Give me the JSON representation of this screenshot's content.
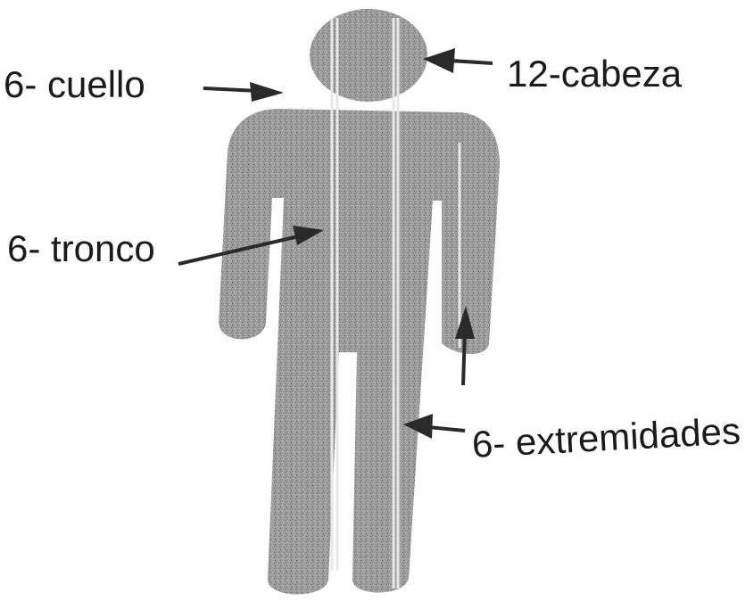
{
  "labels": {
    "cuello": "6- cuello",
    "cabeza": "12-cabeza",
    "tronco": "6- tronco",
    "extremidades": "6- extremidades"
  },
  "colors": {
    "figure_fill": "#9a9a9a",
    "figure_stripes": "#e6e6e6",
    "arrow": "#2a2a2a",
    "text": "#1a1a1a",
    "background": "#ffffff"
  }
}
